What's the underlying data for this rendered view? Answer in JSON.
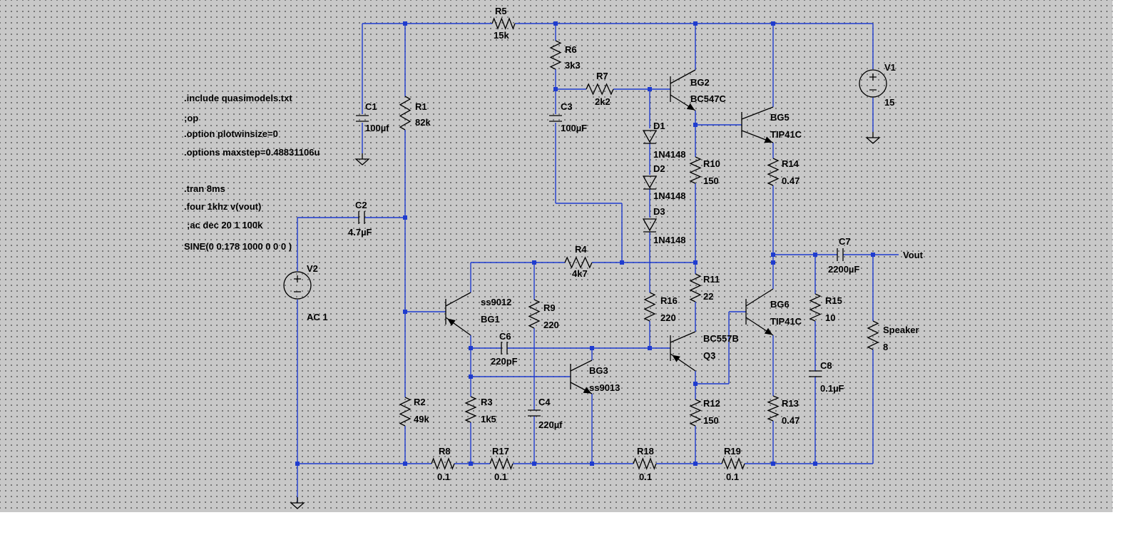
{
  "directives": [
    ".include quasimodels.txt",
    ";op",
    ".option plotwinsize=0",
    ".options maxstep=0.48831106u",
    ".tran 8ms",
    ".four 1khz v(vout)",
    ";ac dec 20 1 100k",
    "SINE(0 0.178 1000 0 0 0 )"
  ],
  "resistors": [
    {
      "name": "R1",
      "value": "82k"
    },
    {
      "name": "R2",
      "value": "49k"
    },
    {
      "name": "R3",
      "value": "1k5"
    },
    {
      "name": "R4",
      "value": "4k7"
    },
    {
      "name": "R5",
      "value": "15k"
    },
    {
      "name": "R6",
      "value": "3k3"
    },
    {
      "name": "R7",
      "value": "2k2"
    },
    {
      "name": "R8",
      "value": "0.1"
    },
    {
      "name": "R9",
      "value": "220"
    },
    {
      "name": "R10",
      "value": "150"
    },
    {
      "name": "R11",
      "value": "22"
    },
    {
      "name": "R12",
      "value": "150"
    },
    {
      "name": "R13",
      "value": "0.47"
    },
    {
      "name": "R14",
      "value": "0.47"
    },
    {
      "name": "R15",
      "value": "10"
    },
    {
      "name": "R16",
      "value": "220"
    },
    {
      "name": "R17",
      "value": "0.1"
    },
    {
      "name": "R18",
      "value": "0.1"
    },
    {
      "name": "R19",
      "value": "0.1"
    },
    {
      "name": "Speaker",
      "value": "8"
    }
  ],
  "capacitors": [
    {
      "name": "C1",
      "value": "100µf"
    },
    {
      "name": "C2",
      "value": "4.7µF"
    },
    {
      "name": "C3",
      "value": "100µF"
    },
    {
      "name": "C4",
      "value": "220µf"
    },
    {
      "name": "C6",
      "value": "220pF"
    },
    {
      "name": "C7",
      "value": "2200µF"
    },
    {
      "name": "C8",
      "value": "0.1µF"
    }
  ],
  "diodes": [
    {
      "name": "D1",
      "value": "1N4148"
    },
    {
      "name": "D2",
      "value": "1N4148"
    },
    {
      "name": "D3",
      "value": "1N4148"
    }
  ],
  "transistors": [
    {
      "name": "BG1",
      "model": "ss9012"
    },
    {
      "name": "BG2",
      "model": "BC547C"
    },
    {
      "name": "BG3",
      "model": "ss9013"
    },
    {
      "name": "BG5",
      "model": "TIP41C"
    },
    {
      "name": "BG6",
      "model": "TIP41C"
    },
    {
      "name": "Q3",
      "model": "BC557B"
    }
  ],
  "sources": [
    {
      "name": "V1",
      "value": "15"
    },
    {
      "name": "V2",
      "value": "AC 1"
    }
  ],
  "net_labels": {
    "output": "Vout"
  },
  "colors": {
    "wire": "#1f3ccf",
    "component": "#000000",
    "background": "#c8c8c8"
  }
}
